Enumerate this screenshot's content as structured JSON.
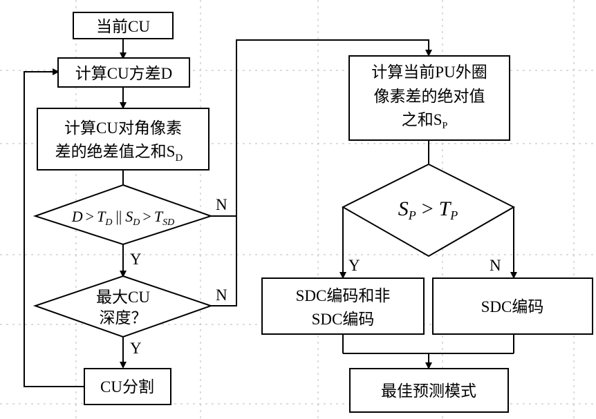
{
  "nodes": {
    "current_cu": "当前CU",
    "calc_variance": "计算CU方差D",
    "calc_diag_line1": "计算CU对角像素",
    "calc_diag_line2": "差的绝差值之和S",
    "calc_diag_sub": "D",
    "cond1": {
      "D": "D",
      "TD_T": "T",
      "TD_sub": "D",
      "or": "||",
      "S": "S",
      "SD_sub": "D",
      "TSD_T": "T",
      "TSD_sub": "SD",
      "gt": ">"
    },
    "max_depth_line1": "最大CU",
    "max_depth_line2": "深度？",
    "cu_split": "CU分割",
    "calc_pu_line1": "计算当前PU外圈",
    "calc_pu_line2": "像素差的绝对值",
    "calc_pu_line3": "之和S",
    "calc_pu_sub": "P",
    "cond2": {
      "S": "S",
      "S_sub": "P",
      "gt": ">",
      "T": "T",
      "T_sub": "P"
    },
    "sdc_both_line1": "SDC编码和非",
    "sdc_both_line2": "SDC编码",
    "sdc_only": "SDC编码",
    "best_mode": "最佳预测模式"
  },
  "edge_labels": {
    "cond1_no": "N",
    "cond1_yes": "Y",
    "depth_no": "N",
    "depth_yes": "Y",
    "cond2_yes": "Y",
    "cond2_no": "N"
  }
}
